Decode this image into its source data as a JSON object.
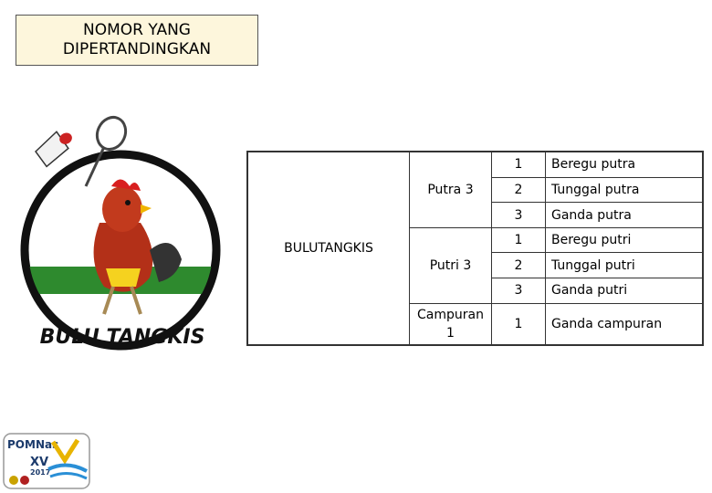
{
  "title": {
    "line1": "NOMOR YANG",
    "line2": "DIPERTANDINGKAN"
  },
  "logo": {
    "text": "BULU TANGKIS",
    "icon": "badminton-rooster-mascot"
  },
  "corner_logo": {
    "text1": "POMNas",
    "text2": "XV",
    "text3": "2017",
    "icon": "pomnas-logo"
  },
  "table": {
    "sport": "BULUTANGKIS",
    "categories": [
      {
        "label": "Putra 3",
        "events": [
          {
            "num": "1",
            "name": "Beregu putra"
          },
          {
            "num": "2",
            "name": "Tunggal putra"
          },
          {
            "num": "3",
            "name": "Ganda putra"
          }
        ]
      },
      {
        "label": "Putri 3",
        "events": [
          {
            "num": "1",
            "name": "Beregu putri"
          },
          {
            "num": "2",
            "name": "Tunggal putri"
          },
          {
            "num": "3",
            "name": "Ganda putri"
          }
        ]
      },
      {
        "label_line1": "Campuran",
        "label_line2": "1",
        "events": [
          {
            "num": "1",
            "name": "Ganda campuran"
          }
        ]
      }
    ]
  }
}
